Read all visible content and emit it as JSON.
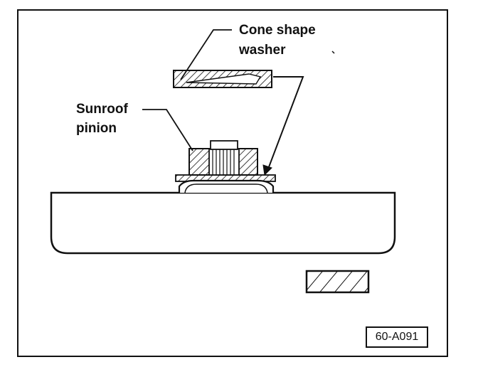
{
  "labels": {
    "washer_line1": "Cone shape",
    "washer_line2": "washer",
    "pinion_line1": "Sunroof",
    "pinion_line2": "pinion"
  },
  "figure_ref": "60-A091",
  "colors": {
    "ink": "#111111",
    "paper": "#ffffff"
  }
}
